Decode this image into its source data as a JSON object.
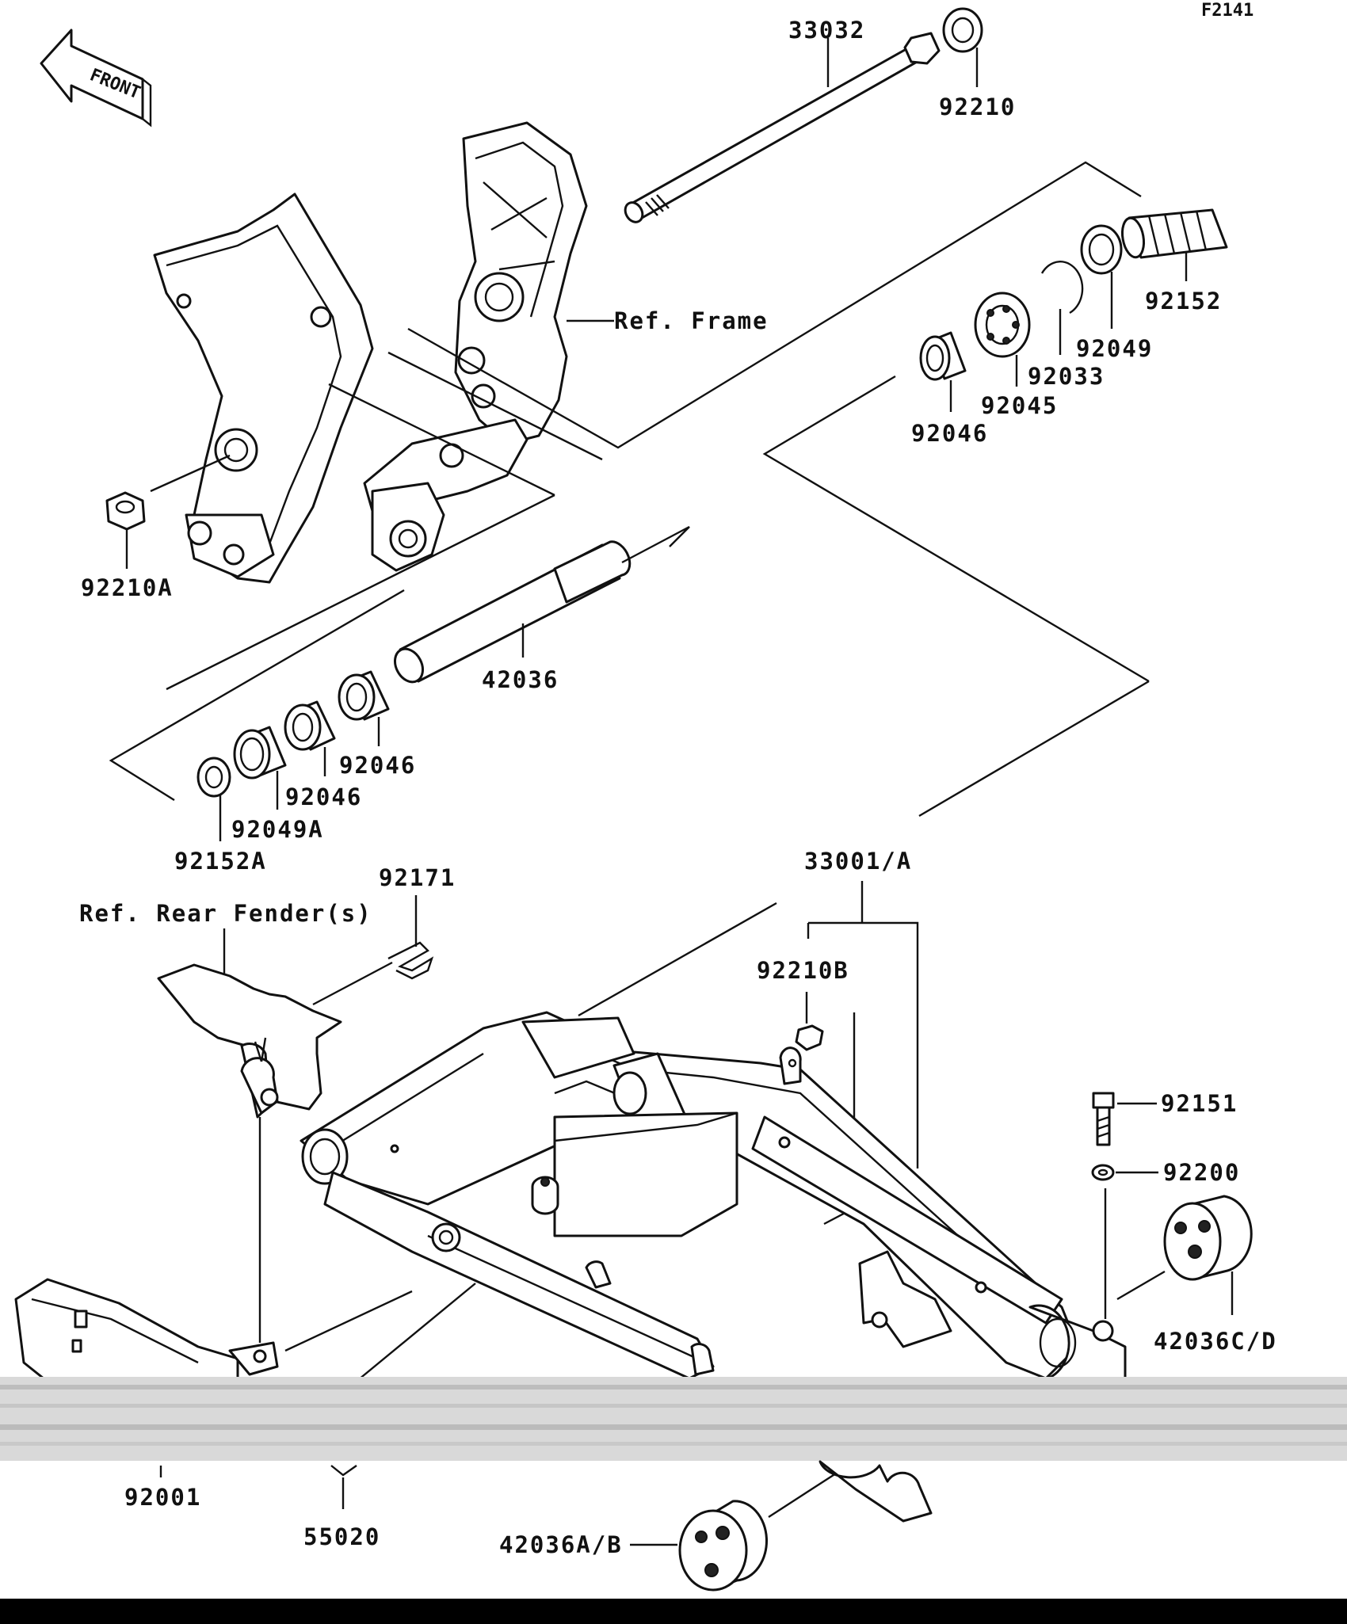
{
  "diagram_id": "F2141",
  "front_indicator": "FRONT",
  "references": {
    "frame": "Ref. Frame",
    "rear_fender": "Ref. Rear Fender(s)"
  },
  "parts": [
    {
      "key": "p33032",
      "label": "33032"
    },
    {
      "key": "p92210",
      "label": "92210"
    },
    {
      "key": "p92152",
      "label": "92152"
    },
    {
      "key": "p92049",
      "label": "92049"
    },
    {
      "key": "p92033",
      "label": "92033"
    },
    {
      "key": "p92045",
      "label": "92045"
    },
    {
      "key": "p92046a",
      "label": "92046"
    },
    {
      "key": "p92210A",
      "label": "92210A"
    },
    {
      "key": "p42036",
      "label": "42036"
    },
    {
      "key": "p92046b",
      "label": "92046"
    },
    {
      "key": "p92046c",
      "label": "92046"
    },
    {
      "key": "p92049A",
      "label": "92049A"
    },
    {
      "key": "p92152A",
      "label": "92152A"
    },
    {
      "key": "p92171",
      "label": "92171"
    },
    {
      "key": "p33001A",
      "label": "33001/A"
    },
    {
      "key": "p92210B",
      "label": "92210B"
    },
    {
      "key": "p92151",
      "label": "92151"
    },
    {
      "key": "p92200",
      "label": "92200"
    },
    {
      "key": "p42036CD",
      "label": "42036C/D"
    },
    {
      "key": "p92001",
      "label": "92001"
    },
    {
      "key": "p55020",
      "label": "55020"
    },
    {
      "key": "p42036AB",
      "label": "42036A/B"
    }
  ]
}
